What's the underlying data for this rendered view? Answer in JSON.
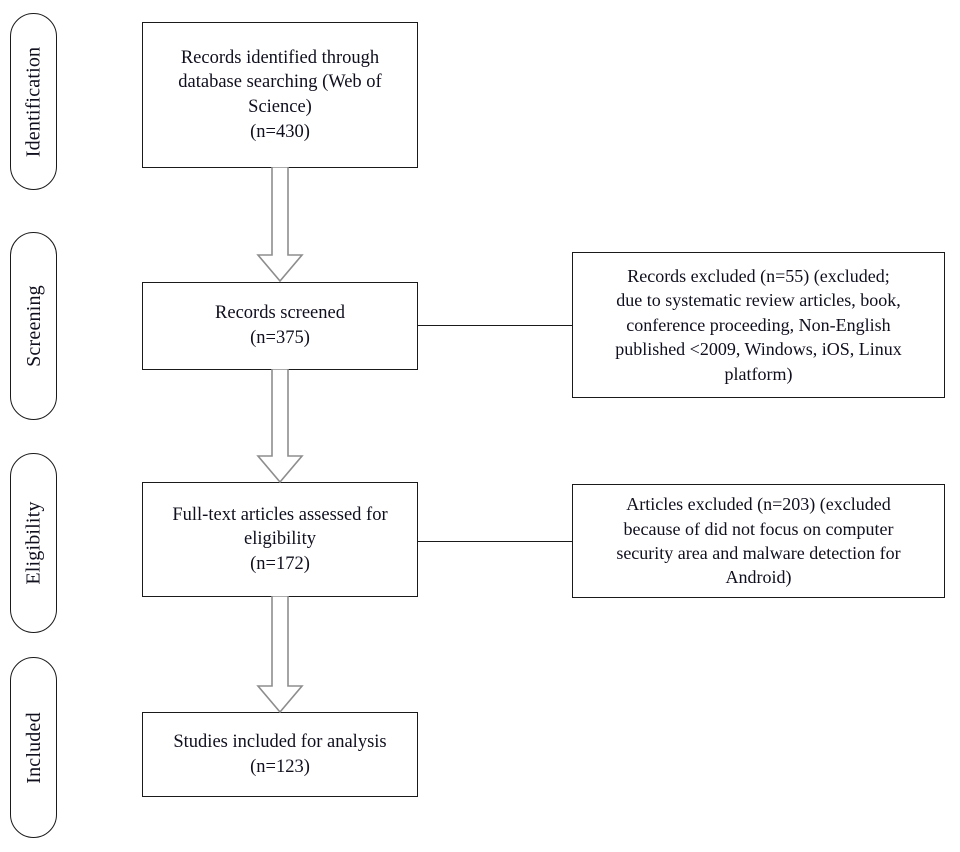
{
  "diagram": {
    "type": "prisma-flow-diagram",
    "title": "PRISMA flow diagram",
    "background_color": "#ffffff",
    "border_color": "#1a1a1a",
    "arrow_outline_color": "#8d8d8d",
    "text_color": "#0f0f1e"
  },
  "stages": [
    {
      "id": "identification",
      "label": "Identification"
    },
    {
      "id": "screening",
      "label": "Screening"
    },
    {
      "id": "eligibility",
      "label": "Eligibility"
    },
    {
      "id": "included",
      "label": "Included"
    }
  ],
  "flow_boxes": [
    {
      "id": "records-identified",
      "stage": "identification",
      "text": "Records identified through\ndatabase searching (Web of\nScience)\n(n=430)",
      "count": 430,
      "count_label": "(n=430)"
    },
    {
      "id": "records-screened",
      "stage": "screening",
      "text": "Records screened\n(n=375)",
      "count": 375,
      "count_label": "(n=375)"
    },
    {
      "id": "full-text-assessed",
      "stage": "eligibility",
      "text": "Full-text articles assessed for\neligibility\n(n=172)",
      "count": 172,
      "count_label": "(n=172)"
    },
    {
      "id": "studies-included",
      "stage": "included",
      "text": "Studies included for analysis\n(n=123)",
      "count": 123,
      "count_label": "(n=123)"
    }
  ],
  "exclusion_boxes": [
    {
      "id": "records-excluded",
      "stage": "screening",
      "text": "Records excluded (n=55) (excluded;\ndue to systematic review articles, book,\nconference proceeding, Non-English\npublished <2009, Windows, iOS, Linux\nplatform)",
      "count": 55,
      "count_label": "(n=55)"
    },
    {
      "id": "articles-excluded",
      "stage": "eligibility",
      "text": "Articles excluded (n=203) (excluded\nbecause of did not focus on computer\nsecurity area and malware detection for\nAndroid)",
      "count": 203,
      "count_label": "(n=203)"
    }
  ],
  "connectors": [
    {
      "id": "arrow-identified-to-screened",
      "kind": "down-block-arrow",
      "from": "records-identified",
      "to": "records-screened"
    },
    {
      "id": "arrow-screened-to-fulltext",
      "kind": "down-block-arrow",
      "from": "records-screened",
      "to": "full-text-assessed"
    },
    {
      "id": "arrow-fulltext-to-included",
      "kind": "down-block-arrow",
      "from": "full-text-assessed",
      "to": "studies-included"
    },
    {
      "id": "line-screened-to-excluded",
      "kind": "horizontal-line",
      "from": "records-screened",
      "to": "records-excluded"
    },
    {
      "id": "line-fulltext-to-excluded",
      "kind": "horizontal-line",
      "from": "full-text-assessed",
      "to": "articles-excluded"
    }
  ]
}
